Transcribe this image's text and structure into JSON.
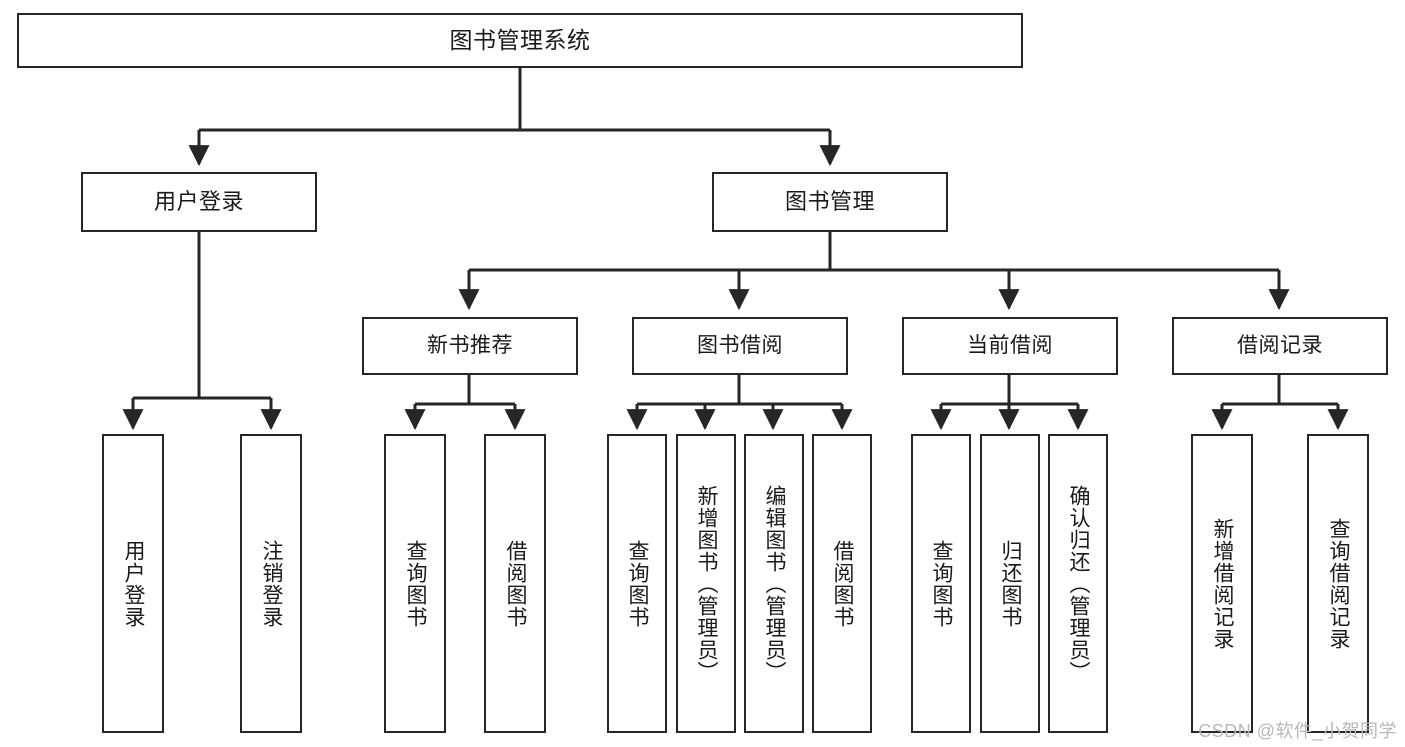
{
  "diagram": {
    "type": "tree-hierarchy",
    "title": "图书管理系统",
    "watermark": "CSDN @软件_小贺同学",
    "colors": {
      "background": "#ffffff",
      "node_border": "#262626",
      "node_fill": "#ffffff",
      "edge": "#262626",
      "text": "#1a1a1a",
      "watermark": "#b8b8b8"
    },
    "nodes": {
      "root": {
        "label": "图书管理系统"
      },
      "level2": [
        {
          "id": "user-login",
          "label": "用户登录"
        },
        {
          "id": "book-manage",
          "label": "图书管理"
        }
      ],
      "level3": [
        {
          "id": "new-book-recommend",
          "label": "新书推荐"
        },
        {
          "id": "book-borrow",
          "label": "图书借阅"
        },
        {
          "id": "current-borrow",
          "label": "当前借阅"
        },
        {
          "id": "borrow-record",
          "label": "借阅记录"
        }
      ],
      "leaves": {
        "user_login": [
          {
            "id": "leaf-user-login",
            "label": "用户登录"
          },
          {
            "id": "leaf-logout-login",
            "label": "注销登录"
          }
        ],
        "new_book_recommend": [
          {
            "id": "leaf-query-book-1",
            "label": "查询图书"
          },
          {
            "id": "leaf-borrow-book-1",
            "label": "借阅图书"
          }
        ],
        "book_borrow": [
          {
            "id": "leaf-query-book-2",
            "label": "查询图书"
          },
          {
            "id": "leaf-add-book",
            "label": "新增图书（管理员）"
          },
          {
            "id": "leaf-edit-book",
            "label": "编辑图书（管理员）"
          },
          {
            "id": "leaf-borrow-book-2",
            "label": "借阅图书"
          }
        ],
        "current_borrow": [
          {
            "id": "leaf-query-book-3",
            "label": "查询图书"
          },
          {
            "id": "leaf-return-book",
            "label": "归还图书"
          },
          {
            "id": "leaf-confirm-return",
            "label": "确认归还（管理员）"
          }
        ],
        "borrow_record": [
          {
            "id": "leaf-add-record",
            "label": "新增借阅记录"
          },
          {
            "id": "leaf-query-record",
            "label": "查询借阅记录"
          }
        ]
      }
    }
  }
}
